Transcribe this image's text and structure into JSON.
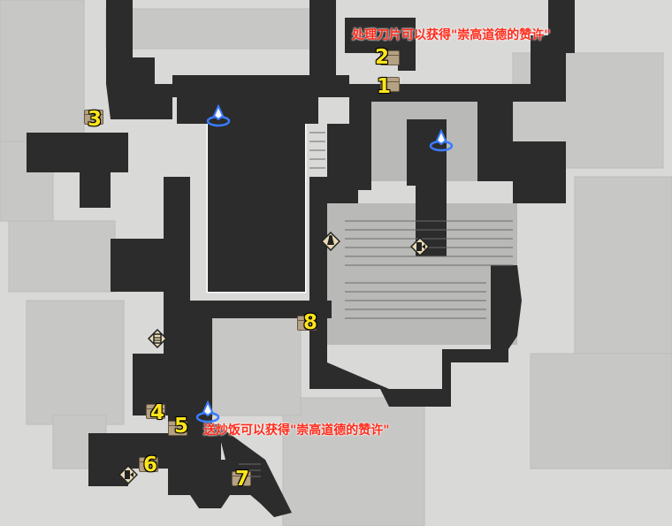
{
  "map": {
    "annotations": {
      "blade_note": "处理刀片可以获得\"崇高道德的赞许\"",
      "rice_note": "送炒饭可以获得\"崇高道德的赞许\""
    },
    "markers": [
      {
        "id": "1",
        "label": "1",
        "kind": "chest"
      },
      {
        "id": "2",
        "label": "2",
        "kind": "chest"
      },
      {
        "id": "3",
        "label": "3",
        "kind": "chest"
      },
      {
        "id": "4",
        "label": "4",
        "kind": "chest"
      },
      {
        "id": "5",
        "label": "5",
        "kind": "chest"
      },
      {
        "id": "6",
        "label": "6",
        "kind": "chest"
      },
      {
        "id": "7",
        "label": "7",
        "kind": "chest"
      },
      {
        "id": "8",
        "label": "8",
        "kind": "chest"
      }
    ],
    "icons": [
      "teleport-icon",
      "teleport-icon",
      "teleport-icon",
      "exit-door-icon",
      "exit-door-icon",
      "merchant-icon",
      "shop-icon"
    ],
    "colors": {
      "background": "#d9d9d7",
      "walkable": "#2c2c2c",
      "plaza": "#b8b8b6",
      "marker_number": "#ffe51a",
      "annotation_text": "#ff2a1a",
      "teleport": "#3a7bff"
    }
  }
}
